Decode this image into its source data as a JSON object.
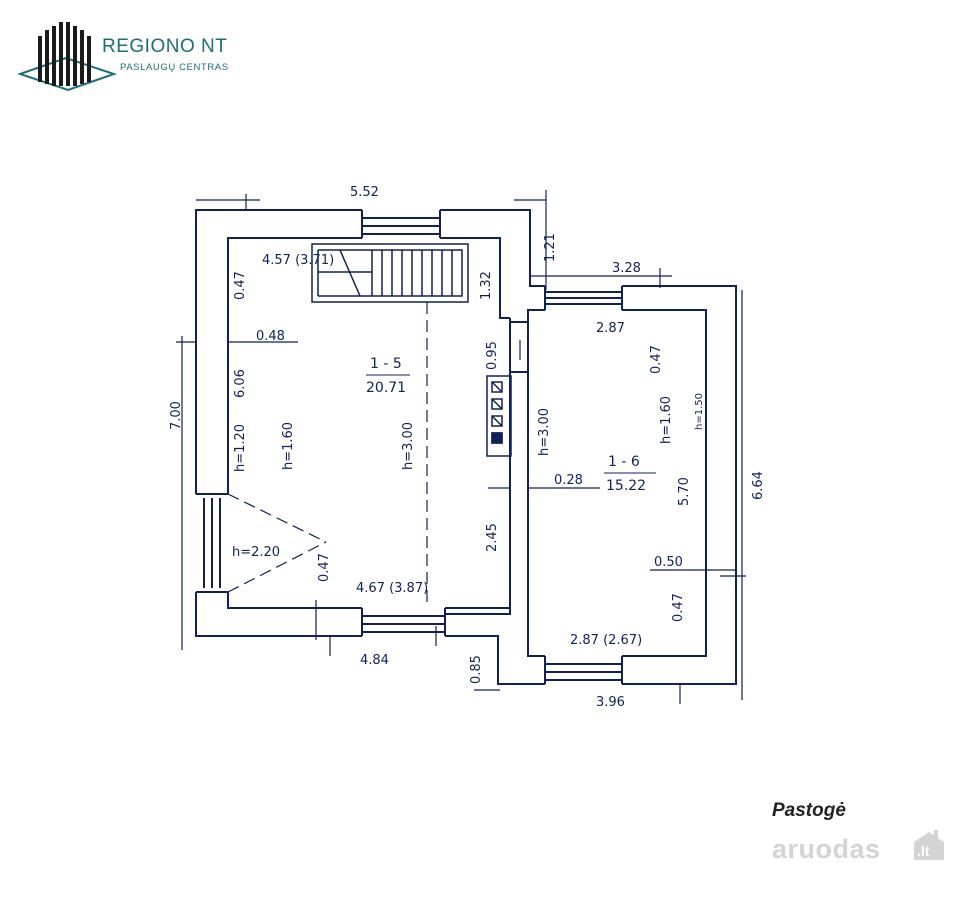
{
  "logo": {
    "brand_name": "REGIONO  NT",
    "brand_sub": "PASLAUGŲ CENTRAS",
    "color": "#1d6e7a"
  },
  "plan": {
    "line_color": "#10205a",
    "dimension_labels": {
      "top_outer": "5.52",
      "top_right_wall": "1.21",
      "right_room_top": "3.28",
      "left_room_inner_top": "4.57 (3.71)",
      "stair_047": "0.47",
      "stair_132": "1.32",
      "left_048": "0.48",
      "door_095": "0.95",
      "right_room_inner_top": "2.87",
      "right_room_047": "0.47",
      "left_outer_700": "7.00",
      "left_inner_606": "6.06",
      "h120": "h=1.20",
      "h160_left": "h=1.60",
      "h300_left": "h=3.00",
      "h300_right": "h=3.00",
      "h160_right": "h=1.60",
      "h150_right": "h=1.50",
      "room_1_5_id": "1 - 5",
      "room_1_5_area": "20.71",
      "room_1_6_id": "1 - 6",
      "room_1_6_area": "15.22",
      "mid_028": "0.28",
      "right_570": "5.70",
      "right_outer_664": "6.64",
      "mid_245": "2.45",
      "h220": "h=2.20",
      "left_bottom_047": "0.47",
      "left_bottom_inner": "4.67 (3.87)",
      "right_050": "0.50",
      "right_bottom_047": "0.47",
      "right_bottom_inner": "2.87 (2.67)",
      "bottom_484": "4.84",
      "bottom_085": "0.85",
      "bottom_396": "3.96"
    }
  },
  "caption": "Pastogė",
  "watermark": {
    "text": "aruodas",
    "suffix": ".lt"
  }
}
